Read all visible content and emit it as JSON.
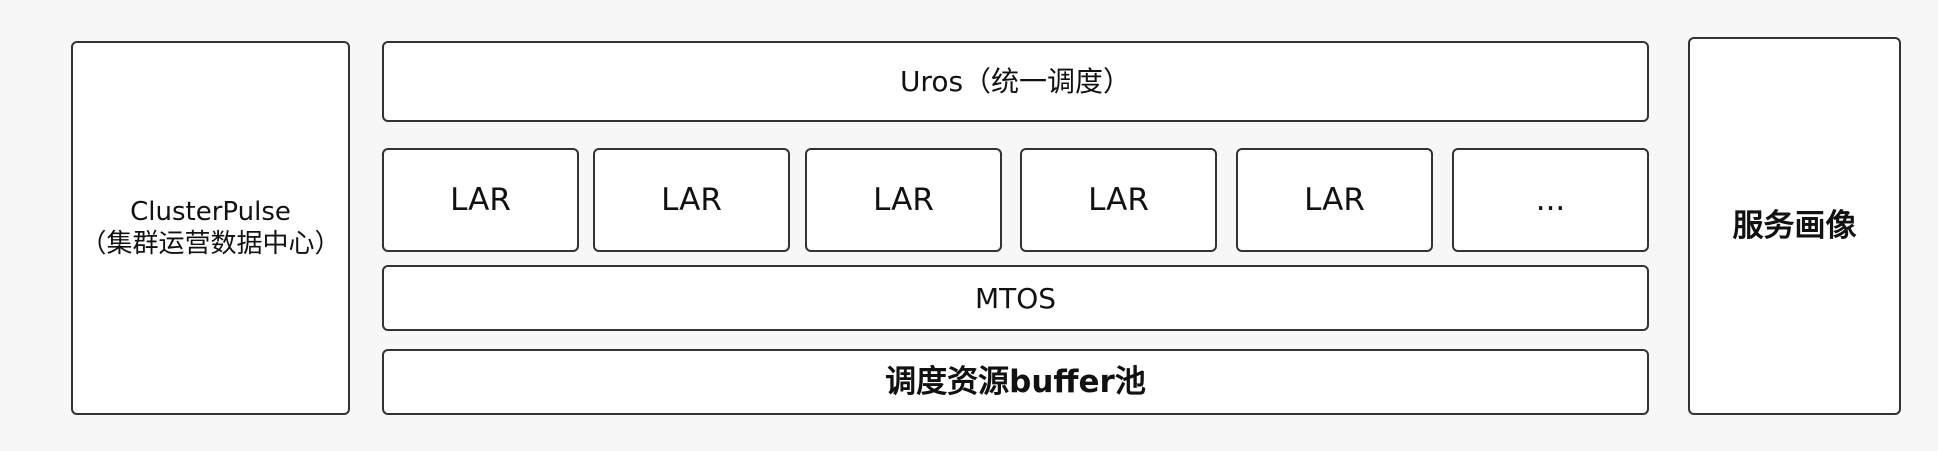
{
  "left_panel": {
    "line1": "ClusterPulse",
    "line2": "（集群运营数据中心）"
  },
  "top_layer": {
    "label": "Uros（统一调度）"
  },
  "middle_layer": {
    "items": [
      "LAR",
      "LAR",
      "LAR",
      "LAR",
      "LAR",
      "..."
    ]
  },
  "mtos_layer": {
    "label": "MTOS"
  },
  "bottom_layer": {
    "label": "调度资源buffer池"
  },
  "right_panel": {
    "label": "服务画像"
  }
}
